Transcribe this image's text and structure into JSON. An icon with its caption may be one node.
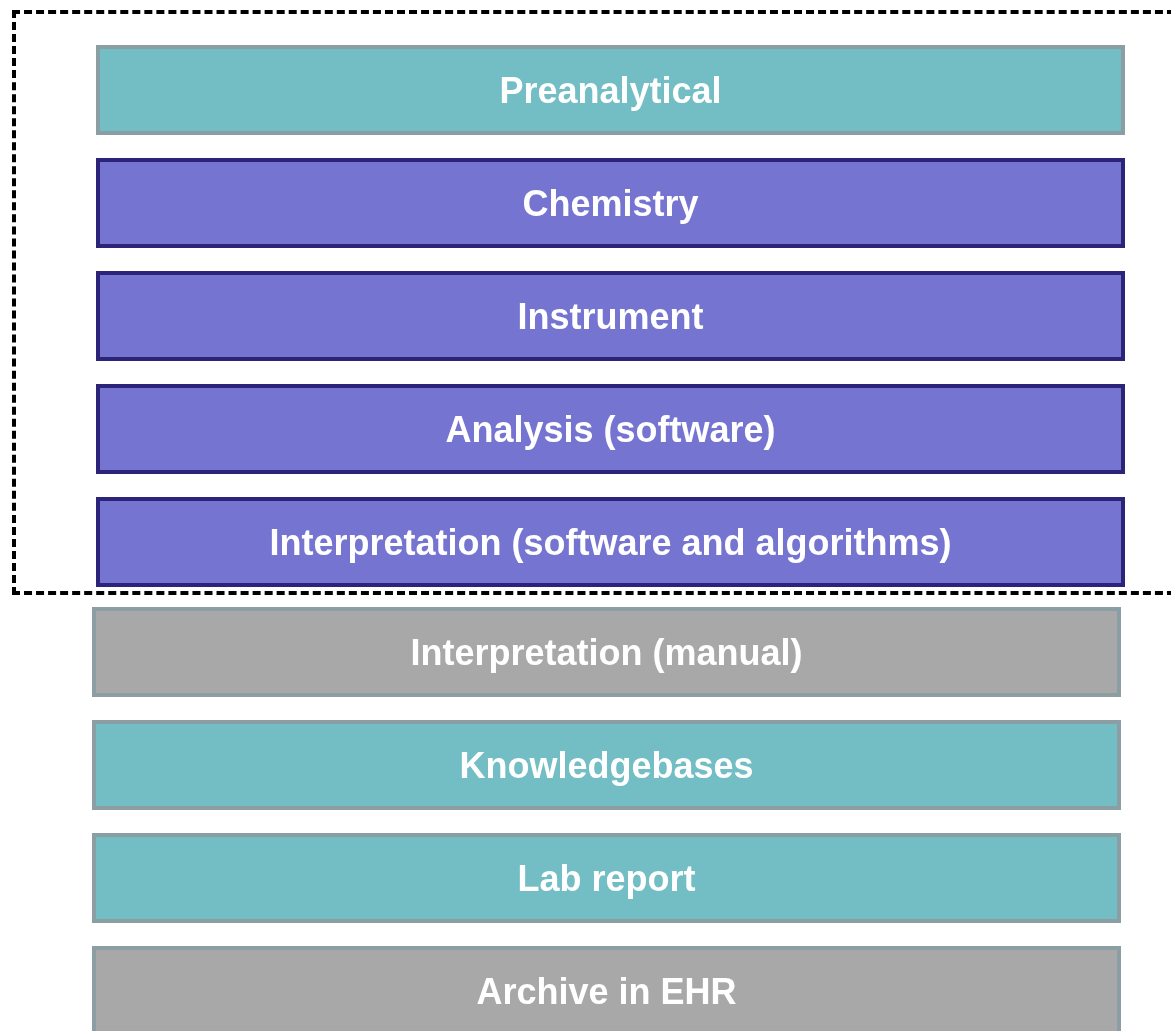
{
  "diagram": {
    "nodes": [
      {
        "text": [],
        "shape": "box"
      },
      {
        "text": [
          "Preanalytical"
        ],
        "in": 0
      },
      {
        "text": [
          "Chemistry"
        ],
        "in": 0
      },
      {
        "text": [
          "Instrument"
        ],
        "in": 0
      },
      {
        "text": [
          "Analysis (software)"
        ],
        "in": 0
      },
      {
        "text": [
          "Interpretation (software and algorithms)"
        ],
        "in": 0
      },
      {
        "text": [
          "Interpretation (manual)"
        ]
      },
      {
        "text": [
          "Knowledgebases"
        ]
      },
      {
        "text": [
          "Lab report"
        ]
      },
      {
        "text": [
          "Archive in EHR"
        ]
      }
    ]
  }
}
